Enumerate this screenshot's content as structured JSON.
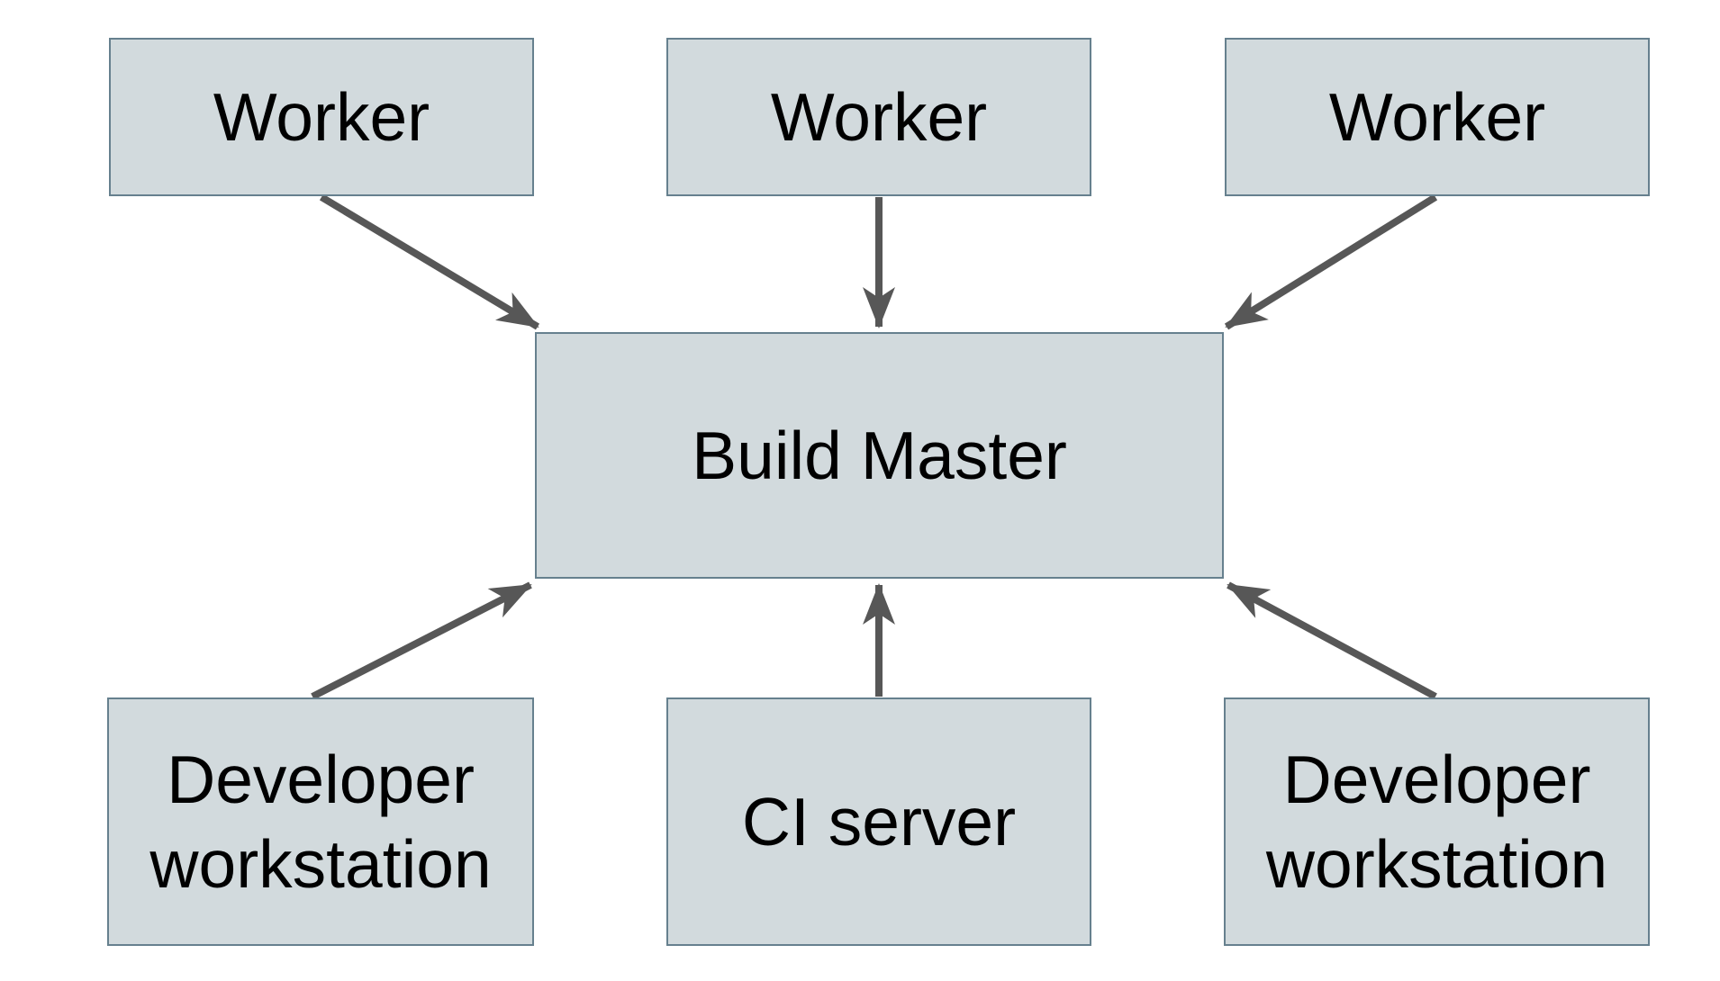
{
  "diagram": {
    "type": "architecture-diagram",
    "nodes": [
      {
        "id": "worker-1",
        "label": "Worker"
      },
      {
        "id": "worker-2",
        "label": "Worker"
      },
      {
        "id": "worker-3",
        "label": "Worker"
      },
      {
        "id": "build-master",
        "label": "Build Master"
      },
      {
        "id": "developer-workstation-left",
        "label": "Developer workstation"
      },
      {
        "id": "ci-server",
        "label": "CI server"
      },
      {
        "id": "developer-workstation-right",
        "label": "Developer workstation"
      }
    ],
    "edges": [
      {
        "from": "worker-1",
        "to": "build-master",
        "direction": "down-right"
      },
      {
        "from": "worker-2",
        "to": "build-master",
        "direction": "down"
      },
      {
        "from": "worker-3",
        "to": "build-master",
        "direction": "down-left"
      },
      {
        "from": "developer-workstation-left",
        "to": "build-master",
        "direction": "up-right"
      },
      {
        "from": "ci-server",
        "to": "build-master",
        "direction": "up"
      },
      {
        "from": "developer-workstation-right",
        "to": "build-master",
        "direction": "up-left"
      }
    ],
    "colors": {
      "node_fill": "#d2dadd",
      "node_border": "#66808e",
      "arrow": "#575757",
      "text": "#000000",
      "background": "#ffffff"
    }
  }
}
